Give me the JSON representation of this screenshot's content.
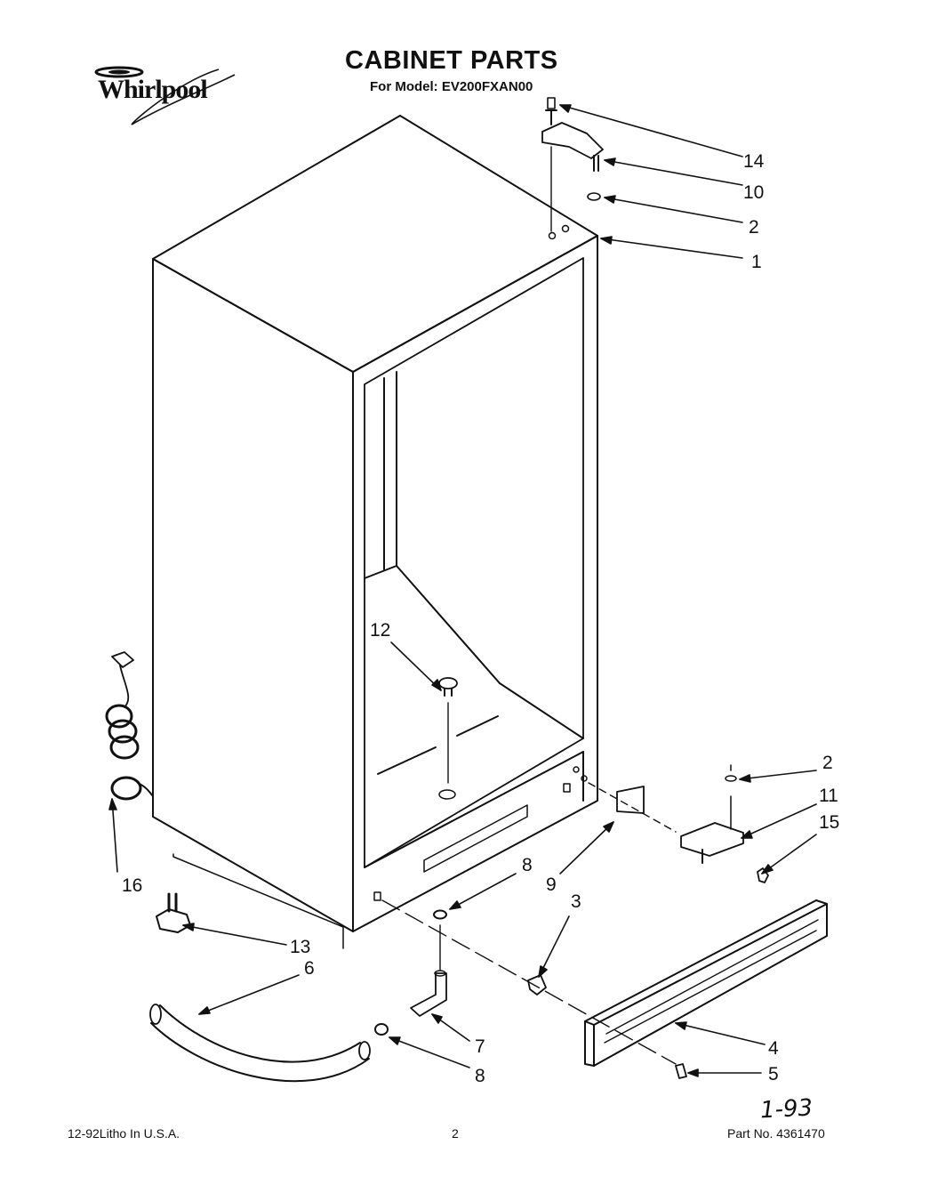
{
  "brand": {
    "logo_text": "Whirlpool"
  },
  "header": {
    "title": "CABINET PARTS",
    "subtitle": "For Model: EV200FXAN00"
  },
  "callouts": [
    "14",
    "10",
    "2",
    "1",
    "12",
    "2",
    "11",
    "15",
    "16",
    "9",
    "8",
    "3",
    "13",
    "6",
    "4",
    "7",
    "5",
    "8"
  ],
  "footer": {
    "litho": "12-92Litho In U.S.A.",
    "page": "2",
    "part_no": "Part No. 4361470",
    "handwritten_note": "1-93"
  }
}
